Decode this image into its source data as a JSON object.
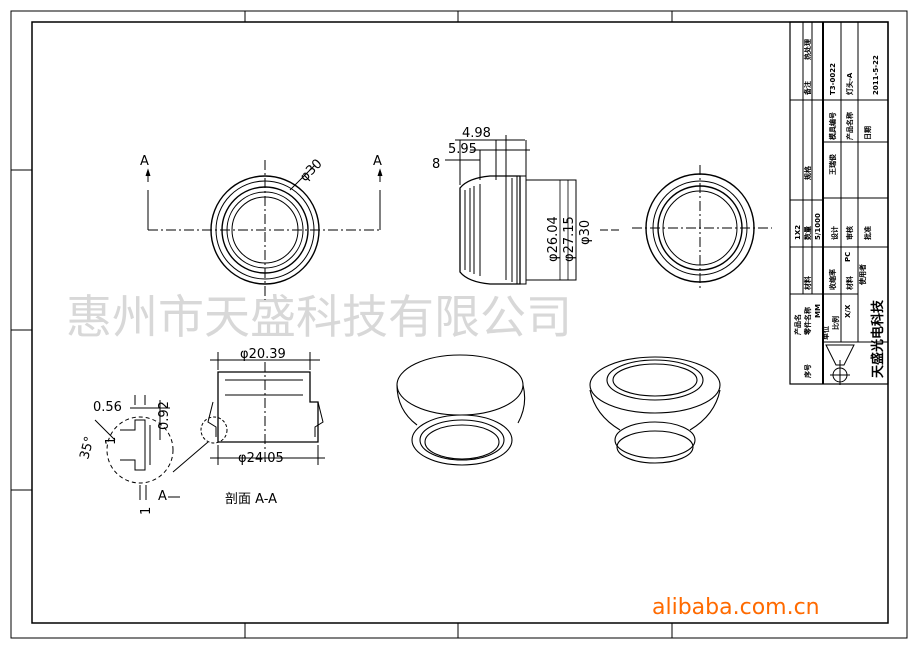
{
  "watermark": "惠州市天盛科技有限公司",
  "site_mark": "alibaba.com.cn",
  "views": {
    "section_a_left": "A",
    "section_a_right": "A",
    "front_dia": "φ30",
    "side_dims": {
      "d1": "4.98",
      "d2": "5.95",
      "d3": "8",
      "dia1": "φ26.04",
      "dia2": "φ27.15",
      "dia3": "φ30"
    },
    "section": {
      "top_dia": "φ20.39",
      "bottom_dia": "φ24.05",
      "caption": "剖面 A-A"
    },
    "detail": {
      "w": "0.56",
      "h": "0.92",
      "angle": "35°",
      "pitch": "1",
      "ref": "A",
      "depth": "1"
    }
  },
  "title_block": {
    "company": "天盛光电科技",
    "labels": {
      "no": "序号",
      "part": "零件名称",
      "product": "产品名",
      "material": "材料",
      "qty": "数量",
      "size": "规格",
      "hrc": "热处理",
      "remark": "备注",
      "mould": "模具编号",
      "drawing": "产品名称",
      "date": "日期",
      "drawn": "设计",
      "checked": "审核",
      "approved": "批准",
      "shrink": "收缩率",
      "mat2": "材料",
      "user": "使用者",
      "unit": "单位",
      "scale": "比例"
    },
    "values": {
      "qty": "1X2",
      "mould_no": "T3-0022",
      "drawing_name": "灯头-A",
      "date": "2011-5-22",
      "shrinkage": "5/1000",
      "material": "PC",
      "unit": "MM",
      "scale": "X/X",
      "designer": "王瑞俊"
    }
  }
}
